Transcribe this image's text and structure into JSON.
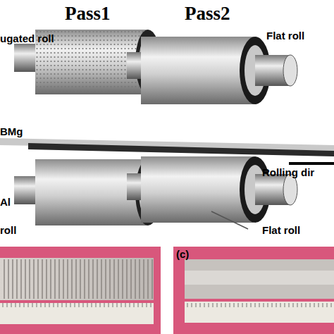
{
  "diagram": {
    "labels": [
      "Pass1",
      "Pass2",
      "ugated roll",
      "Flat roll",
      "BMg",
      "Rolling dir",
      "Al",
      "roll",
      "Flat roll",
      "(c)"
    ]
  }
}
